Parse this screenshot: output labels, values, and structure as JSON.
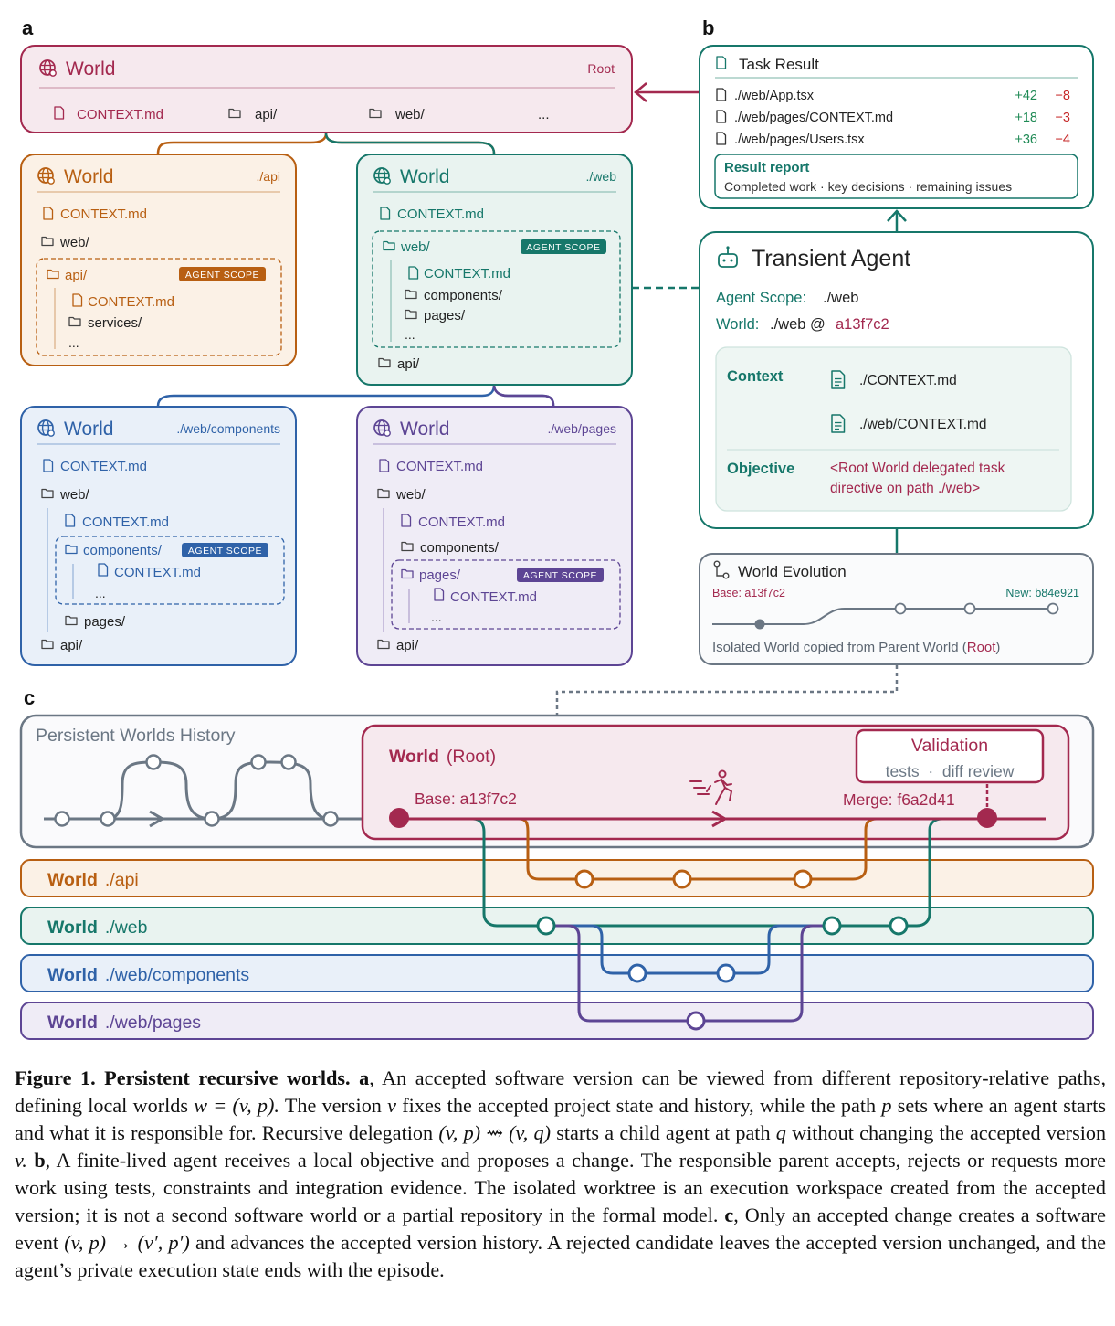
{
  "panel_labels": {
    "a": "a",
    "b": "b",
    "c": "c"
  },
  "colors": {
    "root": "#a3294f",
    "root_bg": "#f6e9ee",
    "api": "#b85f12",
    "api_bg": "#fbf1e6",
    "web": "#16776a",
    "web_bg": "#e9f3f0",
    "components": "#2f62a8",
    "components_bg": "#e9f0f9",
    "pages": "#5d4594",
    "pages_bg": "#efecf6",
    "gray": "#6b7784",
    "text": "#222222"
  },
  "panel_a": {
    "root": {
      "title": "World",
      "path": "Root",
      "items": [
        "CONTEXT.md",
        "api/",
        "web/",
        "..."
      ]
    },
    "api": {
      "title": "World",
      "path": "./api",
      "context": "CONTEXT.md",
      "web": "web/",
      "scope_folder": "api/",
      "scope_badge": "AGENT SCOPE",
      "scope_items": [
        "CONTEXT.md",
        "services/",
        "..."
      ]
    },
    "web": {
      "title": "World",
      "path": "./web",
      "context": "CONTEXT.md",
      "scope_folder": "web/",
      "scope_badge": "AGENT SCOPE",
      "scope_items": [
        "CONTEXT.md",
        "components/",
        "pages/",
        "..."
      ],
      "after": "api/"
    },
    "components": {
      "title": "World",
      "path": "./web/components",
      "context": "CONTEXT.md",
      "web": "web/",
      "web_context": "CONTEXT.md",
      "scope_folder": "components/",
      "scope_badge": "AGENT SCOPE",
      "scope_items": [
        "CONTEXT.md",
        "..."
      ],
      "pages": "pages/",
      "api": "api/"
    },
    "pages": {
      "title": "World",
      "path": "./web/pages",
      "context": "CONTEXT.md",
      "web": "web/",
      "web_context": "CONTEXT.md",
      "components": "components/",
      "scope_folder": "pages/",
      "scope_badge": "AGENT SCOPE",
      "scope_items": [
        "CONTEXT.md",
        "..."
      ],
      "api": "api/"
    }
  },
  "panel_b": {
    "task_result": {
      "title": "Task Result",
      "files": [
        {
          "path": "./web/App.tsx",
          "add": "+42",
          "del": "−8"
        },
        {
          "path": "./web/pages/CONTEXT.md",
          "add": "+18",
          "del": "−3"
        },
        {
          "path": "./web/pages/Users.tsx",
          "add": "+36",
          "del": "−4"
        }
      ],
      "report_title": "Result report",
      "report_text": "Completed work · key decisions · remaining issues"
    },
    "agent": {
      "title": "Transient Agent",
      "scope_label": "Agent Scope:",
      "scope_value": "./web",
      "world_label": "World:",
      "world_value": "./web @",
      "world_hash": "a13f7c2",
      "context_label": "Context",
      "context_files": [
        "./CONTEXT.md",
        "./web/CONTEXT.md"
      ],
      "objective_label": "Objective",
      "objective_lines": [
        "<Root World delegated task",
        "directive on path ./web>"
      ]
    },
    "evolution": {
      "title": "World Evolution",
      "base": "Base: a13f7c2",
      "new": "New: b84e921",
      "note_prefix": "Isolated World copied from Parent World (",
      "note_root": "Root",
      "note_suffix": ")"
    }
  },
  "panel_c": {
    "history_title": "Persistent Worlds History",
    "root_world": "World",
    "root_label": "(Root)",
    "base": "Base: a13f7c2",
    "merge": "Merge: f6a2d41",
    "validation_title": "Validation",
    "validation_sub": "tests  ·  diff review",
    "lanes": [
      {
        "world": "World",
        "path": "./api"
      },
      {
        "world": "World",
        "path": "./web"
      },
      {
        "world": "World",
        "path": "./web/components"
      },
      {
        "world": "World",
        "path": "./web/pages"
      }
    ]
  },
  "caption": {
    "fig": "Figure 1.",
    "title": "Persistent recursive worlds.",
    "a": "a",
    "p1a": ", An accepted software version can be viewed from different repository-relative paths, defining local worlds",
    "eq1": "w = (v, p).",
    "p1b": "The version",
    "v": "v",
    "p1c": "fixes the accepted project state and history, while the path",
    "p": "p",
    "p1d": "sets where an agent starts and what it is responsible for. Recursive delegation",
    "eq2": "(v, p) ⇝ (v, q)",
    "p1e": "starts a child agent at path",
    "q": "q",
    "p1f": "without changing the accepted version",
    "vdot": "v.",
    "b": "b",
    "p2": ", A finite-lived agent receives a local objective and proposes a change. The responsible parent accepts, rejects or requests more work using tests, constraints and integration evidence. The isolated worktree is an execution workspace created from the accepted version; it is not a second software world or a partial repository in the formal model.",
    "c": "c",
    "p3a": ", Only an accepted change creates a software event",
    "eq3": "(v, p) → (v′, p′)",
    "p3b": "and advances the accepted version history. A rejected candidate leaves the accepted version unchanged, and the agent’s private execution state ends with the episode."
  }
}
